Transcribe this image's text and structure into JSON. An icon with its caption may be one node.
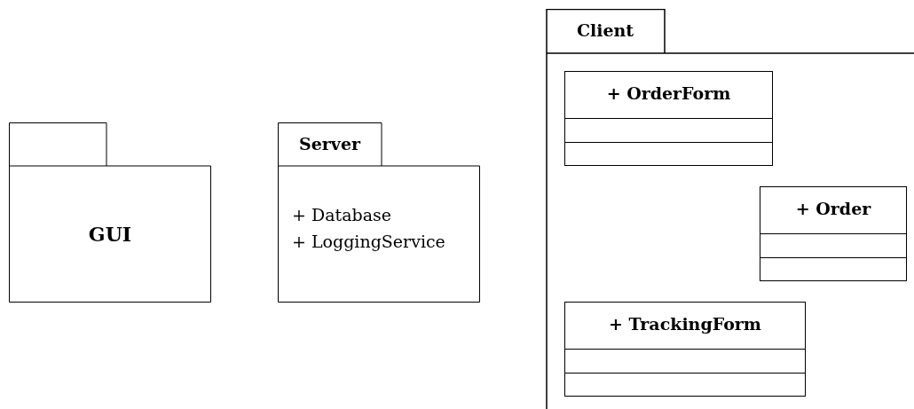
{
  "diagram": {
    "nodes": [
      {
        "text": [
          "GUI"
        ]
      },
      {
        "text": [
          "Server",
          "+ Database",
          "+ LoggingService"
        ]
      },
      {
        "text": [
          "Client"
        ]
      },
      {
        "text": [
          "+ OrderForm"
        ],
        "in": 2
      },
      {
        "text": [
          "+ Order"
        ],
        "in": 2
      },
      {
        "text": [
          "+ TrackingForm"
        ],
        "in": 2
      }
    ]
  }
}
